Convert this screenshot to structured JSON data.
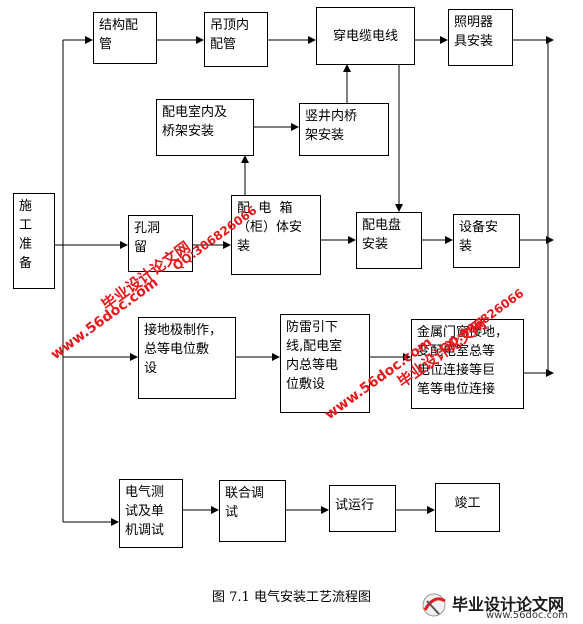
{
  "boxes": {
    "prep": "施\n工\n准\n备",
    "structure_conduit": "结构配\n管",
    "ceiling_conduit": "吊顶内\n配管",
    "cable_threading": "穿电缆电线",
    "lighting_install": "照明器\n具安装",
    "room_tray_install": "配电室内及\n桥架安装",
    "shaft_tray_install": "竖井内桥\n架安装",
    "hole_embed": "孔洞\n留",
    "box_cabinet_install": "配  电  箱\n（柜）体安\n装",
    "panel_install": "配电盘\n安装",
    "equipment_install": "设备安\n装",
    "grounding": "接地极制作，\n总等电位敷\n设",
    "lightning_protection": "防雷引下\n线,配电室\n内总等电\n位敷设",
    "window_bonding": "金属门窗接地，\n变配电室总等\n电位连接等巨\n笔等电位连接",
    "electrical_test": "电气测\n试及单\n机调试",
    "joint_commissioning": "联合调\n试",
    "trial_run": "试运行",
    "completion": "竣工"
  },
  "caption": "图 7.1  电气安装工艺流程图",
  "watermarks": {
    "site_left": "www.56doc.com",
    "brand_left": "毕业设计论文网",
    "qq_left": "QQ:306826066",
    "site_right": "www.56doc.com",
    "brand_right": "毕业设计论文网",
    "qq_right": "QQ:306826066"
  },
  "logo": {
    "title": "毕业设计论文网",
    "url": "www.56doc.com"
  },
  "colors": {
    "watermark_red": "#e8191c",
    "logo_text": "#1a1a1a"
  }
}
